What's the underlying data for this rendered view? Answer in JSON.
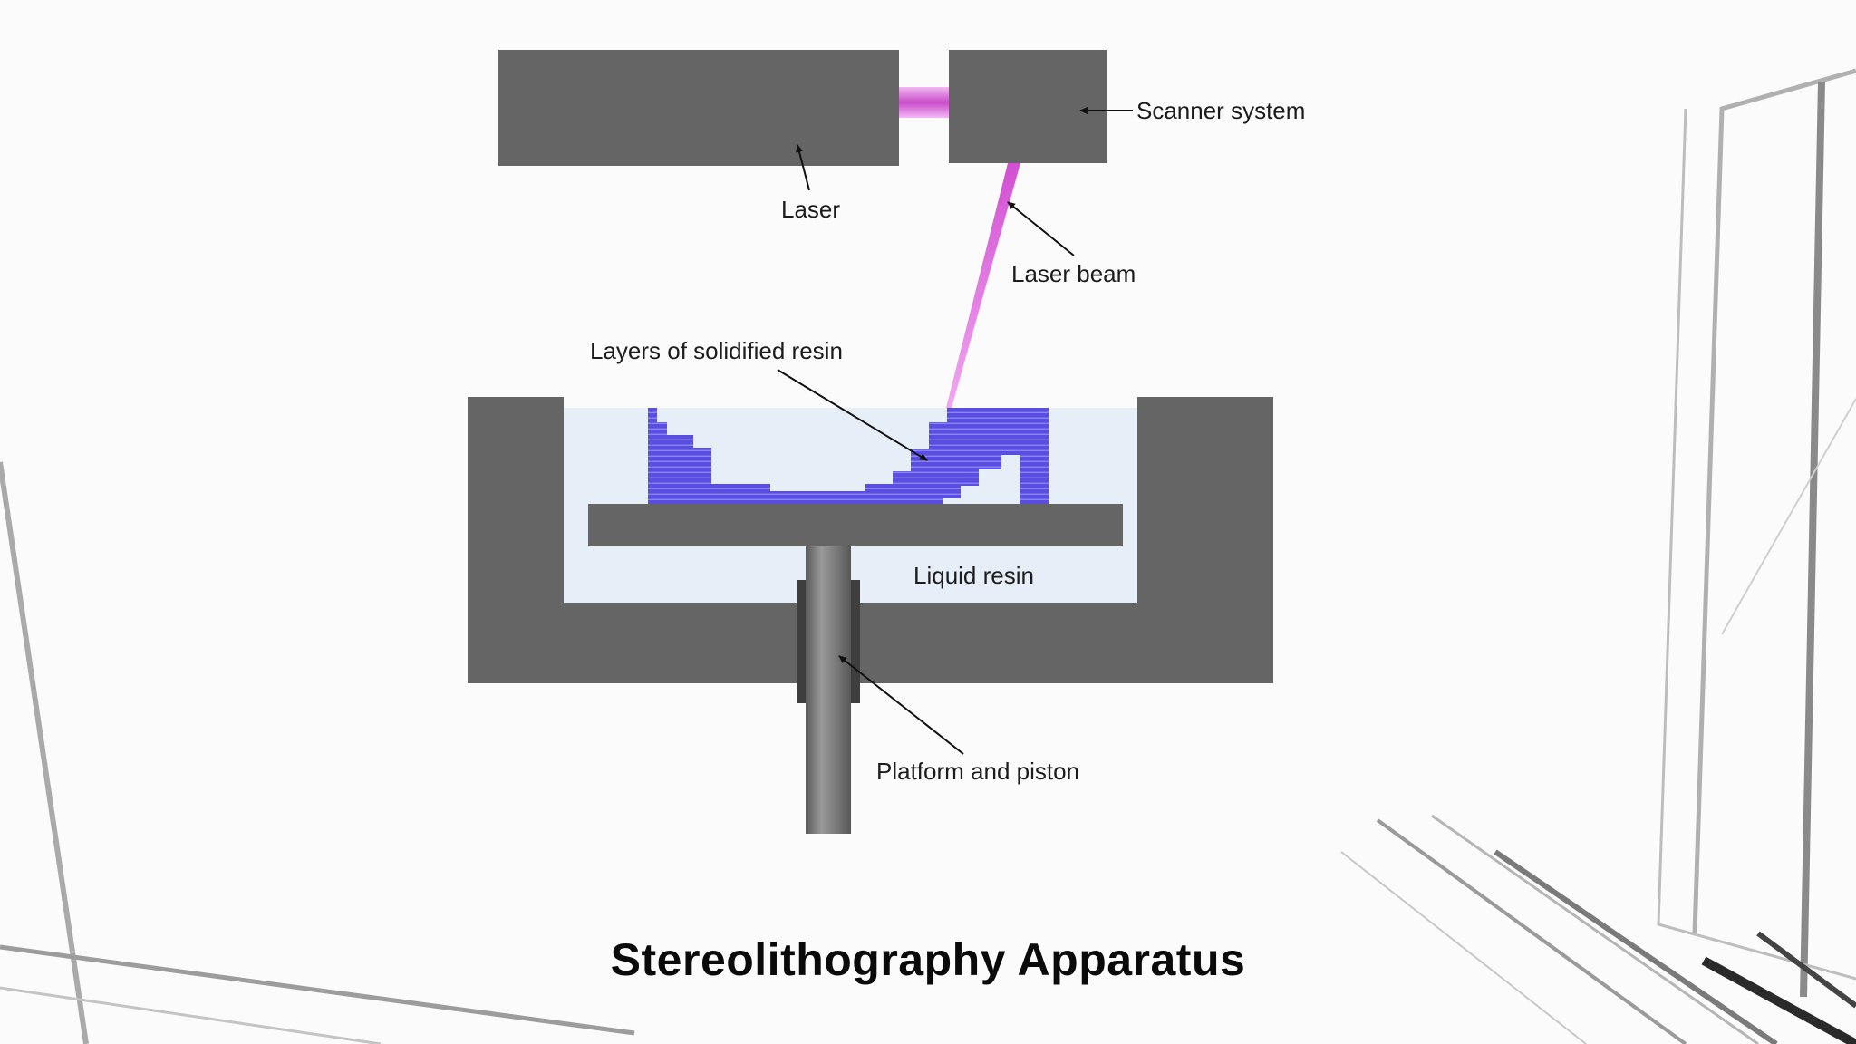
{
  "diagram": {
    "labels": {
      "scanner": "Scanner system",
      "laser": "Laser",
      "laser_beam": "Laser beam",
      "layers": "Layers of solidified resin",
      "liquid_resin": "Liquid resin",
      "platform": "Platform and piston"
    },
    "colors": {
      "machine_gray": "#656565",
      "resin_liquid": "#e6eef7",
      "resin_solid": "#5a4ee0",
      "laser_beam": "#e070e0"
    }
  },
  "caption": "Stereolithography Apparatus"
}
